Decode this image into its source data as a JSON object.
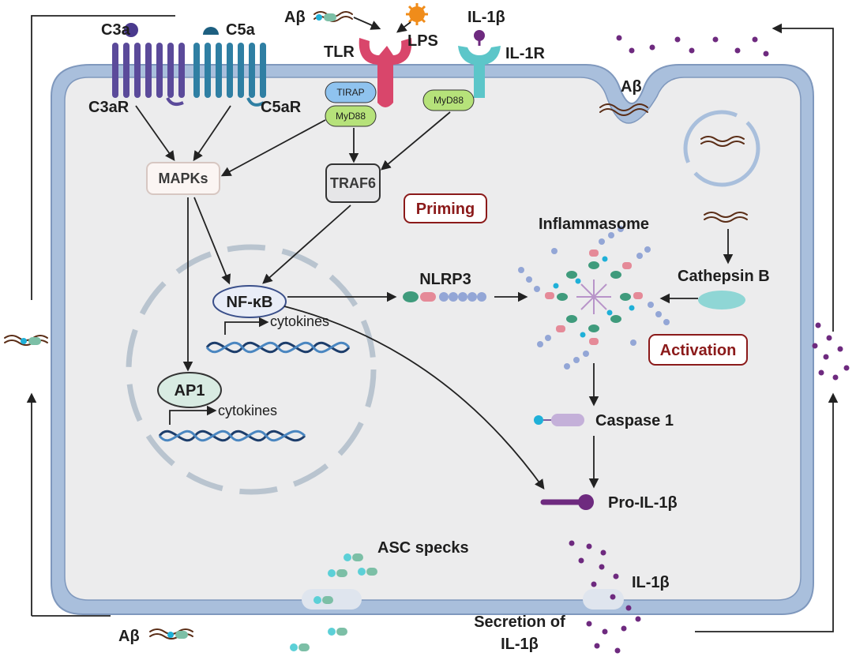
{
  "labels": {
    "c3a": "C3a",
    "c5a": "C5a",
    "c3ar": "C3aR",
    "c5ar": "C5aR",
    "abeta_top": "Aβ",
    "lps": "LPS",
    "tlr": "TLR",
    "il1b_top": "IL-1β",
    "il1r": "IL-1R",
    "tirap": "TIRAP",
    "myd88_a": "MyD88",
    "myd88_b": "MyD88",
    "abeta_pocket": "Aβ",
    "mapks": "MAPKs",
    "traf6": "TRAF6",
    "priming": "Priming",
    "inflammasome": "Inflammasome",
    "cathepsin_b": "Cathepsin B",
    "nfkb": "NF-κB",
    "nlrp3": "NLRP3",
    "cytokines_a": "cytokines",
    "ap1": "AP1",
    "cytokines_b": "cytokines",
    "activation": "Activation",
    "caspase1": "Caspase 1",
    "pro_il1b": "Pro-IL-1β",
    "asc_specks": "ASC specks",
    "il1b_secreted": "IL-1β",
    "secretion_line1": "Secretion of",
    "secretion_line2": "IL-1β",
    "abeta_bottom": "Aβ"
  },
  "colors": {
    "membrane": "#a9bfdc",
    "membrane_edge": "#7f98bd",
    "cytoplasm": "#ececed",
    "c3ar": "#5b4a9a",
    "c5ar": "#2f7fa3",
    "tlr": "#d9466b",
    "il1r": "#5cc6c9",
    "tirap": "#8fc3ef",
    "myd88": "#b6e27a",
    "caspase": "#c4b0d9",
    "il1b_dot": "#6e2a7f",
    "priming_red": "#8b1a1a",
    "dna_dark": "#1c3d6b",
    "dna_light": "#4a86c0"
  }
}
